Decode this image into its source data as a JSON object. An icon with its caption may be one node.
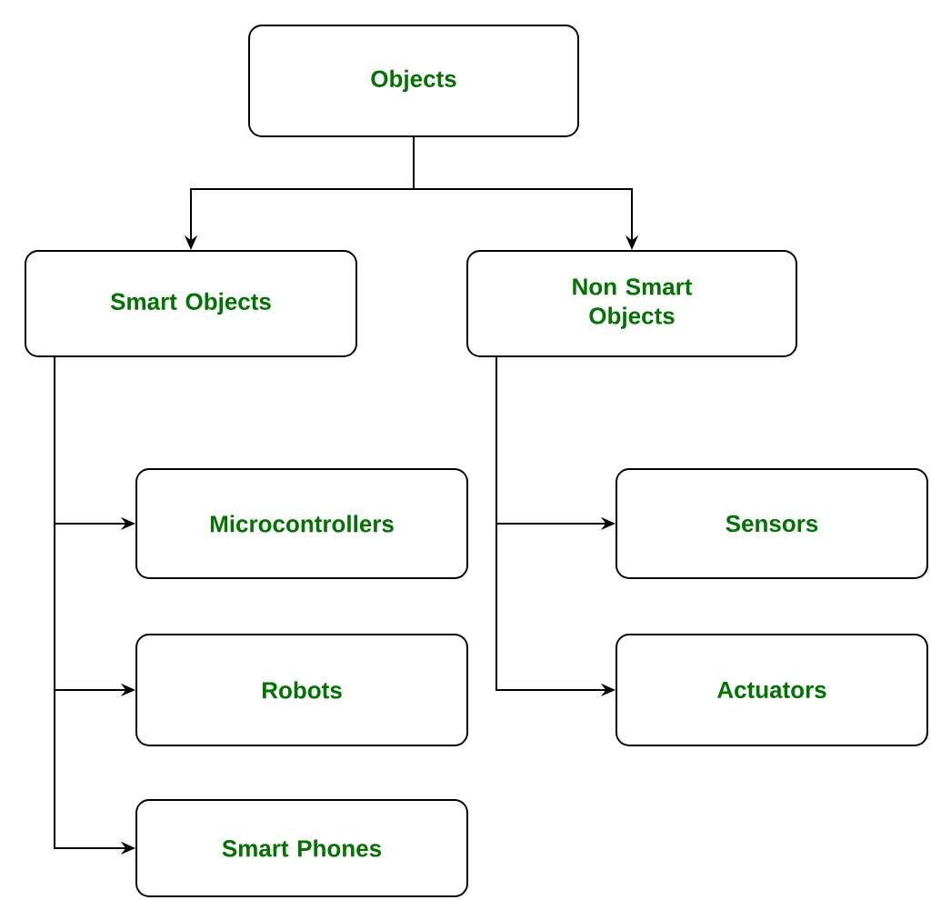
{
  "diagram": {
    "nodes": [
      {
        "text": [
          "Objects"
        ]
      },
      {
        "text": [
          "Smart Objects"
        ]
      },
      {
        "text": [
          "Non Smart Objects"
        ]
      },
      {
        "text": [
          "Microcontrollers"
        ]
      },
      {
        "text": [
          "Robots"
        ]
      },
      {
        "text": [
          "Smart Phones"
        ]
      },
      {
        "text": [
          "Sensors"
        ]
      },
      {
        "text": [
          "Actuators"
        ]
      }
    ],
    "edges": [
      {
        "from": 0,
        "to": 1,
        "arrow": "to"
      },
      {
        "from": 0,
        "to": 2,
        "arrow": "to"
      },
      {
        "from": 1,
        "to": 3,
        "arrow": "to"
      },
      {
        "from": 1,
        "to": 4,
        "arrow": "to"
      },
      {
        "from": 1,
        "to": 5,
        "arrow": "to"
      },
      {
        "from": 2,
        "to": 6,
        "arrow": "to"
      },
      {
        "from": 2,
        "to": 7,
        "arrow": "to"
      }
    ]
  }
}
